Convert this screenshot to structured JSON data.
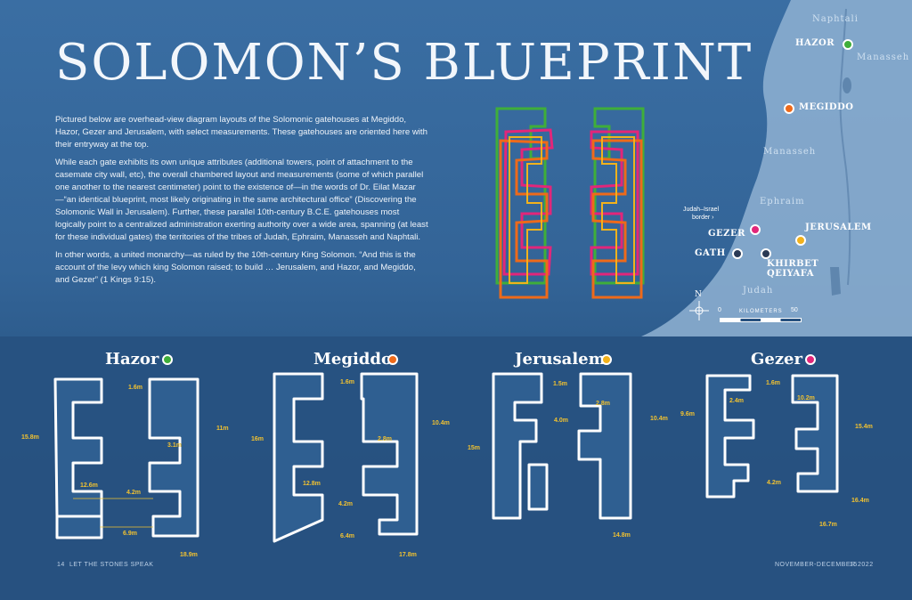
{
  "title": "SOLOMON’S BLUEPRINT",
  "paragraphs": [
    "Pictured below are overhead-view diagram layouts of the Solomonic gatehouses at Megiddo, Hazor, Gezer and Jerusalem, with select measurements. These gatehouses are oriented here with their entryway at the top.",
    "While each gate exhibits its own unique attributes (additional towers, point of attachment to the casemate city wall, etc), the overall chambered layout and measurements (some of which parallel one another to the nearest centimeter) point to the existence of—in the words of Dr. Eilat Mazar—“an identical blueprint, most likely originating in the same architectural office” (Discovering the Solomonic Wall in Jerusalem). Further, these parallel 10th-century B.C.E. gatehouses most logically point to a centralized administration exerting authority over a wide area, spanning (at least for these individual gates) the territories of the tribes of Judah, Ephraim, Manasseh and Naphtali.",
    "In other words, a united monarchy—as ruled by the 10th-century King Solomon. “And this is the account of the levy which king Solomon raised; to build … Jerusalem, and Hazor, and Megiddo, and Gezer” (1 Kings 9:15)."
  ],
  "map": {
    "regions": {
      "naphtali": "Naphtali",
      "manasseh_top": "Manasseh",
      "manasseh_mid": "Manasseh",
      "ephraim": "Ephraim",
      "judah": "Judah"
    },
    "sites": {
      "hazor": "HAZOR",
      "megiddo": "MEGIDDO",
      "jerusalem": "JERUSALEM",
      "gezer": "GEZER",
      "gath": "GATH",
      "khirbet": "KHIRBET",
      "qeiyafa": "QEIYAFA"
    },
    "border_label_1": "Judah–Israel",
    "border_label_2": "border ›",
    "compass": "N",
    "scale_zero": "0",
    "scale_label": "KILOMETERS",
    "scale_max": "50",
    "site_colors": {
      "hazor": "#3fae3a",
      "megiddo": "#ee6a1a",
      "jerusalem": "#f2b21c",
      "gezer": "#e2267a",
      "gath": "#2a3a55",
      "qeiyafa": "#2a3a55"
    }
  },
  "gates": {
    "hazor": {
      "name": "Hazor",
      "color": "#3fae3a",
      "m": [
        "1.6m",
        "3.1m",
        "12.6m",
        "4.2m",
        "6.9m",
        "15.8m",
        "11m",
        "18.9m"
      ]
    },
    "megiddo": {
      "name": "Megiddo",
      "color": "#ee6a1a",
      "m": [
        "1.6m",
        "2.8m",
        "12.8m",
        "4.2m",
        "6.4m",
        "16m",
        "10.4m",
        "17.8m"
      ]
    },
    "jerusalem": {
      "name": "Jerusalem",
      "color": "#f2b21c",
      "m": [
        "1.5m",
        "2.8m",
        "4.0m",
        "15m",
        "10.4m",
        "14.8m"
      ]
    },
    "gezer": {
      "name": "Gezer",
      "color": "#e2267a",
      "m": [
        "1.6m",
        "2.4m",
        "10.2m",
        "9.6m",
        "15.4m",
        "4.2m",
        "16.4m",
        "16.7m"
      ]
    }
  },
  "folio": {
    "left_num": "14",
    "left_text": "LET THE STONES SPEAK",
    "right_text": "NOVEMBER-DECEMBER 2022",
    "right_num": "15"
  }
}
